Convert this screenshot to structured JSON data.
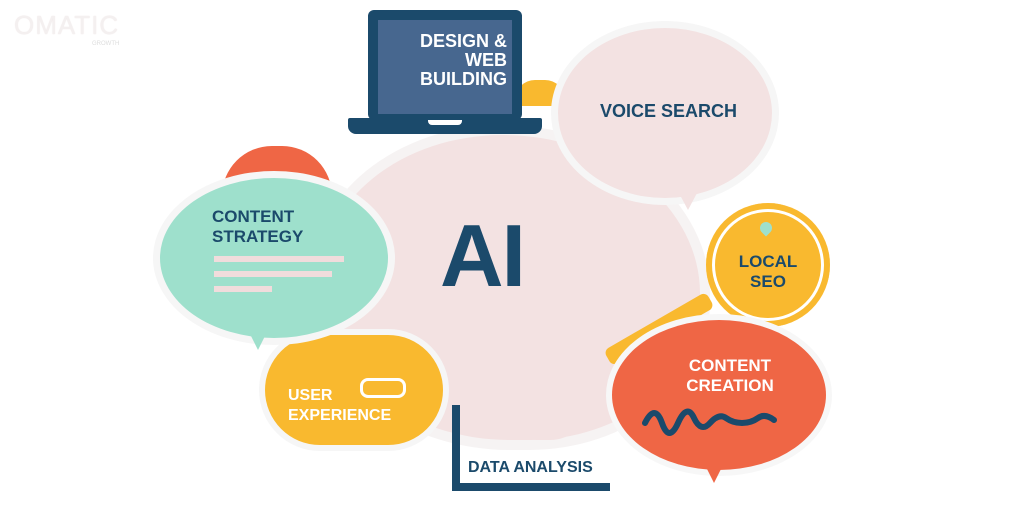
{
  "logo": {
    "text": "OMATIC",
    "sub": "GROWTH"
  },
  "center": {
    "label": "AI"
  },
  "topics": {
    "design": "Design & Web Building",
    "voice": "Voice Search",
    "local_seo": "Local SEO",
    "content_creation": "Content Creation",
    "data_analysis": "Data Analysis",
    "user_experience": "User Experience",
    "content_strategy": "Content Strategy"
  },
  "colors": {
    "navy": "#1b4a6b",
    "teal": "#9ee0cc",
    "yellow": "#f9b92f",
    "orange": "#ef6645",
    "pink": "#f3e2e2"
  }
}
